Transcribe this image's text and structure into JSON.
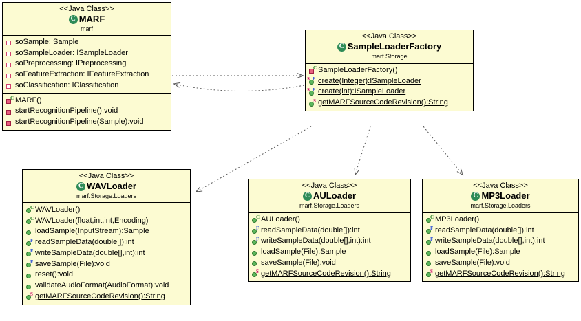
{
  "diagram": {
    "type": "uml-class-diagram",
    "stereotype_label": "<<Java Class>>",
    "class_icon_letter": "C",
    "colors": {
      "box_fill": "#fcfbd2",
      "box_border": "#000000",
      "class_icon": "#2e8b57",
      "public_method": "#5db85d",
      "private_method": "#e8607f",
      "private_field": "#d1426f",
      "static_marker": "#cc0066",
      "final_marker": "#2a4fd6",
      "constructor_marker": "#1f7a1f",
      "connector": "#555555",
      "background": "#ffffff"
    }
  },
  "classes": {
    "marf": {
      "stereotype": "<<Java Class>>",
      "name": "MARF",
      "package": "marf",
      "fields": [
        {
          "label": "soSample: Sample",
          "icon": "private-field"
        },
        {
          "label": "soSampleLoader: ISampleLoader",
          "icon": "private-field"
        },
        {
          "label": "soPreprocessing: IPreprocessing",
          "icon": "private-field"
        },
        {
          "label": "soFeatureExtraction: IFeatureExtraction",
          "icon": "private-field"
        },
        {
          "label": "soClassification: IClassification",
          "icon": "private-field"
        }
      ],
      "methods": [
        {
          "label": "MARF()",
          "icon": "private-method",
          "constructor": true,
          "static": false,
          "final": false
        },
        {
          "label": "startRecognitionPipeline():void",
          "icon": "private-method",
          "constructor": false,
          "static": false,
          "final": false
        },
        {
          "label": "startRecognitionPipeline(Sample):void",
          "icon": "private-method",
          "constructor": false,
          "static": false,
          "final": false
        }
      ]
    },
    "sample_loader_factory": {
      "stereotype": "<<Java Class>>",
      "name": "SampleLoaderFactory",
      "package": "marf.Storage",
      "fields": [],
      "methods": [
        {
          "label": "SampleLoaderFactory()",
          "icon": "private-method",
          "constructor": true,
          "static": false,
          "final": false
        },
        {
          "label": "create(Integer):ISampleLoader",
          "icon": "public-method",
          "constructor": false,
          "static": true,
          "final": true
        },
        {
          "label": "create(int):ISampleLoader",
          "icon": "public-method",
          "constructor": false,
          "static": true,
          "final": true
        },
        {
          "label": "getMARFSourceCodeRevision():String",
          "icon": "public-method",
          "constructor": false,
          "static": true,
          "final": false
        }
      ]
    },
    "wav_loader": {
      "stereotype": "<<Java Class>>",
      "name": "WAVLoader",
      "package": "marf.Storage.Loaders",
      "fields": [],
      "methods": [
        {
          "label": "WAVLoader()",
          "icon": "public-method",
          "constructor": true,
          "static": false,
          "final": false
        },
        {
          "label": "WAVLoader(float,int,int,Encoding)",
          "icon": "public-method",
          "constructor": true,
          "static": false,
          "final": false
        },
        {
          "label": "loadSample(InputStream):Sample",
          "icon": "public-method",
          "constructor": false,
          "static": false,
          "final": false
        },
        {
          "label": "readSampleData(double[]):int",
          "icon": "public-method",
          "constructor": false,
          "static": false,
          "final": true
        },
        {
          "label": "writeSampleData(double[],int):int",
          "icon": "public-method",
          "constructor": false,
          "static": false,
          "final": true
        },
        {
          "label": "saveSample(File):void",
          "icon": "public-method",
          "constructor": false,
          "static": false,
          "final": true
        },
        {
          "label": "reset():void",
          "icon": "public-method",
          "constructor": false,
          "static": false,
          "final": false
        },
        {
          "label": "validateAudioFormat(AudioFormat):void",
          "icon": "public-method",
          "constructor": false,
          "static": false,
          "final": false
        },
        {
          "label": "getMARFSourceCodeRevision():String",
          "icon": "public-method",
          "constructor": false,
          "static": true,
          "final": false
        }
      ]
    },
    "au_loader": {
      "stereotype": "<<Java Class>>",
      "name": "AULoader",
      "package": "marf.Storage.Loaders",
      "fields": [],
      "methods": [
        {
          "label": "AULoader()",
          "icon": "public-method",
          "constructor": true,
          "static": false,
          "final": false
        },
        {
          "label": "readSampleData(double[]):int",
          "icon": "public-method",
          "constructor": false,
          "static": false,
          "final": true
        },
        {
          "label": "writeSampleData(double[],int):int",
          "icon": "public-method",
          "constructor": false,
          "static": false,
          "final": true
        },
        {
          "label": "loadSample(File):Sample",
          "icon": "public-method",
          "constructor": false,
          "static": false,
          "final": false
        },
        {
          "label": "saveSample(File):void",
          "icon": "public-method",
          "constructor": false,
          "static": false,
          "final": false
        },
        {
          "label": "getMARFSourceCodeRevision():String",
          "icon": "public-method",
          "constructor": false,
          "static": true,
          "final": false
        }
      ]
    },
    "mp3_loader": {
      "stereotype": "<<Java Class>>",
      "name": "MP3Loader",
      "package": "marf.Storage.Loaders",
      "fields": [],
      "methods": [
        {
          "label": "MP3Loader()",
          "icon": "public-method",
          "constructor": true,
          "static": false,
          "final": false
        },
        {
          "label": "readSampleData(double[]):int",
          "icon": "public-method",
          "constructor": false,
          "static": false,
          "final": true
        },
        {
          "label": "writeSampleData(double[],int):int",
          "icon": "public-method",
          "constructor": false,
          "static": false,
          "final": true
        },
        {
          "label": "loadSample(File):Sample",
          "icon": "public-method",
          "constructor": false,
          "static": false,
          "final": false
        },
        {
          "label": "saveSample(File):void",
          "icon": "public-method",
          "constructor": false,
          "static": false,
          "final": false
        },
        {
          "label": "getMARFSourceCodeRevision():String",
          "icon": "public-method",
          "constructor": false,
          "static": true,
          "final": false
        }
      ]
    }
  },
  "relationships": [
    {
      "name": "marf-to-factory",
      "from": "MARF",
      "to": "SampleLoaderFactory",
      "kind": "dependency",
      "style": "dashed-arrow"
    },
    {
      "name": "factory-to-marf",
      "from": "SampleLoaderFactory",
      "to": "MARF",
      "kind": "dependency",
      "style": "dashed-arrow"
    },
    {
      "name": "factory-to-wavloader",
      "from": "SampleLoaderFactory",
      "to": "WAVLoader",
      "kind": "dependency",
      "style": "dashed-arrow"
    },
    {
      "name": "factory-to-auloader",
      "from": "SampleLoaderFactory",
      "to": "AULoader",
      "kind": "dependency",
      "style": "dashed-arrow"
    },
    {
      "name": "factory-to-mp3loader",
      "from": "SampleLoaderFactory",
      "to": "MP3Loader",
      "kind": "dependency",
      "style": "dashed-arrow"
    }
  ]
}
